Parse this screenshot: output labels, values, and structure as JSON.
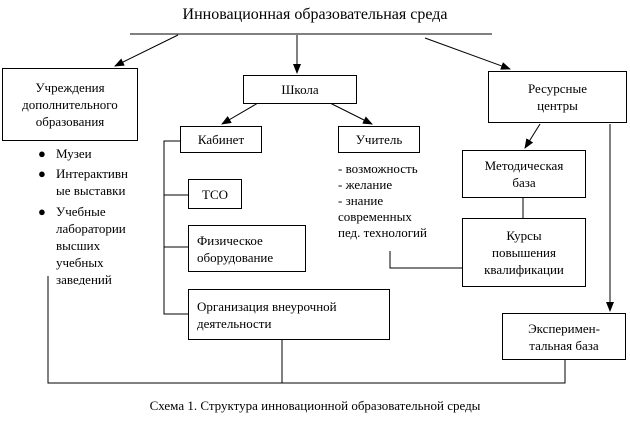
{
  "title": "Инновационная образовательная среда",
  "caption": "Схема 1. Структура инновационной образовательной среды",
  "boxes": {
    "institutions": [
      "Учреждения",
      "дополнительного",
      "образования"
    ],
    "school": "Школа",
    "resource_centers": [
      "Ресурсные",
      "центры"
    ],
    "cabinet": "Кабинет",
    "teacher": "Учитель",
    "methodical_base": [
      "Методическая",
      "база"
    ],
    "tso": "ТСО",
    "physical_equipment": [
      "Физическое",
      "оборудование"
    ],
    "courses": [
      "Курсы",
      "повышения",
      "квалификации"
    ],
    "extracurricular": [
      "Организация внеурочной",
      "деятельности"
    ],
    "experimental_base": [
      "Эксперимен-",
      "тальная база"
    ]
  },
  "institution_items": [
    {
      "lines": [
        "Музеи"
      ]
    },
    {
      "lines": [
        "Интерактивн",
        "ые выставки"
      ]
    },
    {
      "lines": [
        "Учебные",
        "лаборатории",
        "высших",
        "учебных",
        "заведений"
      ]
    }
  ],
  "teacher_items": [
    "- возможность",
    "- желание",
    "- знание",
    "современных",
    "пед. технологий"
  ]
}
